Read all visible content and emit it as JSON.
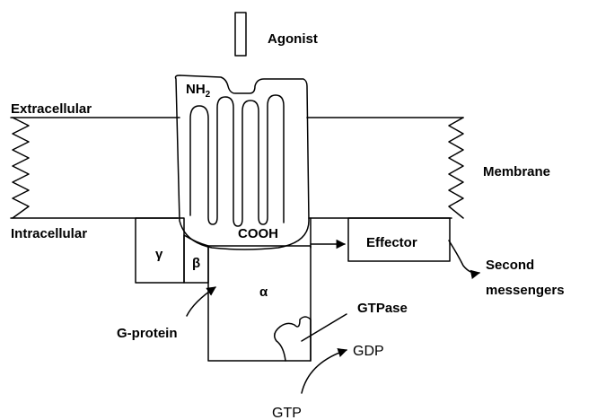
{
  "labels": {
    "agonist": "Agonist",
    "extracellular": "Extracellular",
    "intracellular": "Intracellular",
    "membrane": "Membrane",
    "nh2_base": "NH",
    "nh2_sub": "2",
    "cooh": "COOH",
    "gamma": "γ",
    "beta": "β",
    "alpha": "α",
    "effector": "Effector",
    "second_messengers_line1": "Second",
    "second_messengers_line2": "messengers",
    "g_protein": "G-protein",
    "gtpase": "GTPase",
    "gdp": "GDP",
    "gtp": "GTP"
  },
  "colors": {
    "line": "#000000",
    "background": "#ffffff"
  }
}
